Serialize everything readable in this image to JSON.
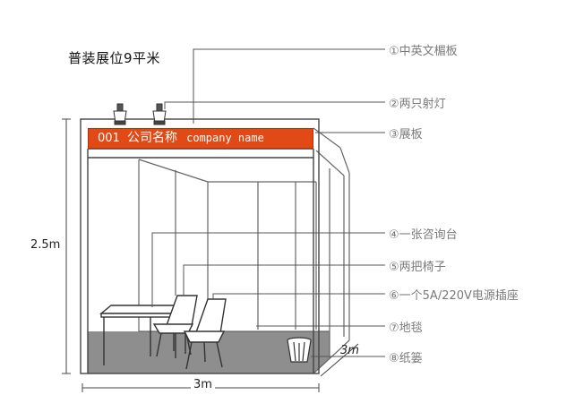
{
  "title": "普装展位9平米",
  "fascia": {
    "number": "001",
    "company_cn": "公司名称",
    "company_en": "company name",
    "color": "#e14a16"
  },
  "callouts": [
    {
      "id": "fascia-board",
      "label": "①中英文楣板"
    },
    {
      "id": "spotlights",
      "label": "②两只射灯"
    },
    {
      "id": "panel",
      "label": "③展板"
    },
    {
      "id": "info-desk",
      "label": "④一张咨询台"
    },
    {
      "id": "chairs",
      "label": "⑤两把椅子"
    },
    {
      "id": "socket",
      "label": "⑥一个5A/220V电源插座"
    },
    {
      "id": "carpet",
      "label": "⑦地毯"
    },
    {
      "id": "wastebasket",
      "label": "⑧纸篓"
    }
  ],
  "dimensions": {
    "height": "2.5m",
    "width": "3m",
    "depth": "3m"
  },
  "colors": {
    "carpet": "#8e8e8e",
    "frame": "#555555",
    "callout_text": "#7a7a7a",
    "leader_line": "#555555"
  }
}
